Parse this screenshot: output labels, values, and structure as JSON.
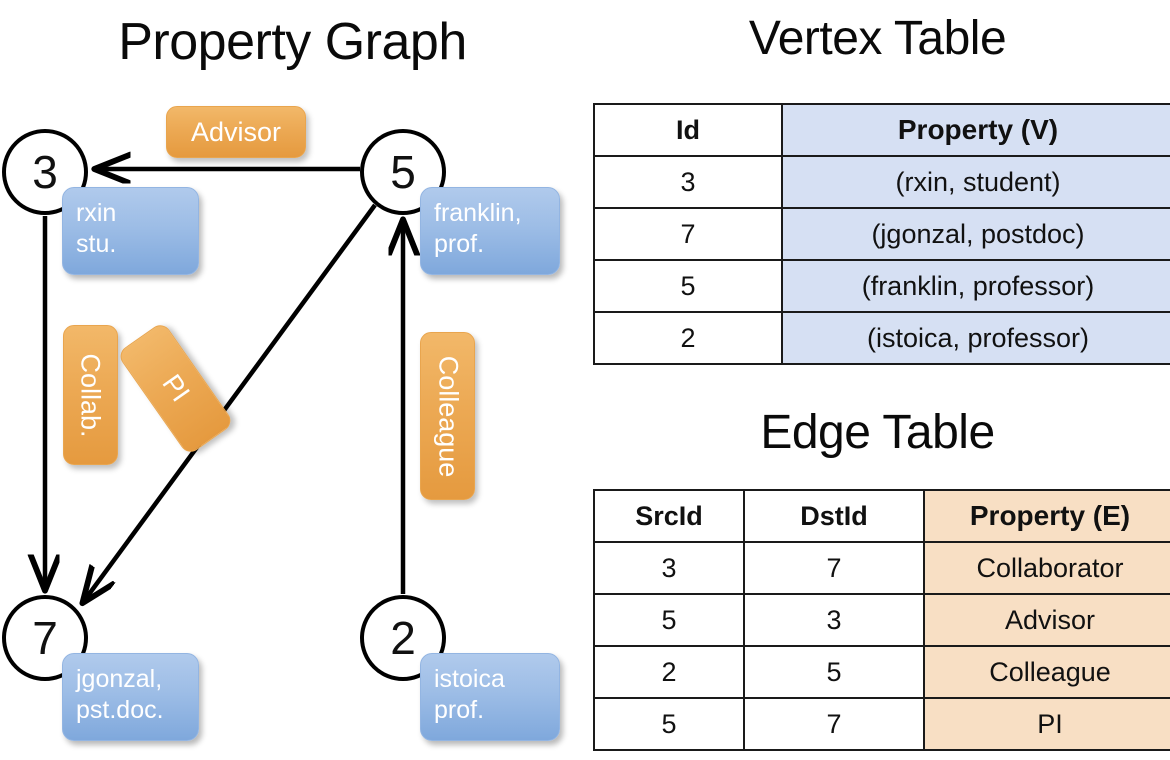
{
  "panels": {
    "graph_title": "Property Graph",
    "vertex_title": "Vertex Table",
    "edge_title": "Edge Table"
  },
  "graph": {
    "nodes": [
      {
        "id": "3",
        "property": "rxin\nstu."
      },
      {
        "id": "5",
        "property": "franklin,\nprof."
      },
      {
        "id": "7",
        "property": "jgonzal,\npst.doc."
      },
      {
        "id": "2",
        "property": "istoica\nprof."
      }
    ],
    "node_labels": {
      "n3": "3",
      "n5": "5",
      "n7": "7",
      "n2": "2"
    },
    "property_labels": {
      "rxin_line1": "rxin",
      "rxin_line2": "stu.",
      "franklin_line1": "franklin,",
      "franklin_line2": "prof.",
      "jgonzal_line1": "jgonzal,",
      "jgonzal_line2": "pst.doc.",
      "istoica_line1": "istoica",
      "istoica_line2": "prof."
    },
    "edge_labels": {
      "advisor": "Advisor",
      "collab": "Collab.",
      "pi": "PI",
      "colleague": "Colleague"
    },
    "edges": [
      {
        "src": "5",
        "dst": "3",
        "label": "Advisor"
      },
      {
        "src": "3",
        "dst": "7",
        "label": "Collab."
      },
      {
        "src": "5",
        "dst": "7",
        "label": "PI"
      },
      {
        "src": "2",
        "dst": "5",
        "label": "Colleague"
      }
    ]
  },
  "vertex_table": {
    "headers": [
      "Id",
      "Property (V)"
    ],
    "rows": [
      {
        "id": "3",
        "property": "(rxin, student)"
      },
      {
        "id": "7",
        "property": "(jgonzal, postdoc)"
      },
      {
        "id": "5",
        "property": "(franklin, professor)"
      },
      {
        "id": "2",
        "property": "(istoica, professor)"
      }
    ]
  },
  "edge_table": {
    "headers": [
      "SrcId",
      "DstId",
      "Property (E)"
    ],
    "rows": [
      {
        "src": "3",
        "dst": "7",
        "property": "Collaborator"
      },
      {
        "src": "5",
        "dst": "3",
        "property": "Advisor"
      },
      {
        "src": "2",
        "dst": "5",
        "property": "Colleague"
      },
      {
        "src": "5",
        "dst": "7",
        "property": "PI"
      }
    ]
  },
  "colors": {
    "vertex_property_fill": "#d6e0f3",
    "edge_property_fill": "#f8dfc4",
    "node_box_blue": "#9dbde6",
    "edge_box_orange": "#eca954",
    "stroke": "#000000"
  }
}
